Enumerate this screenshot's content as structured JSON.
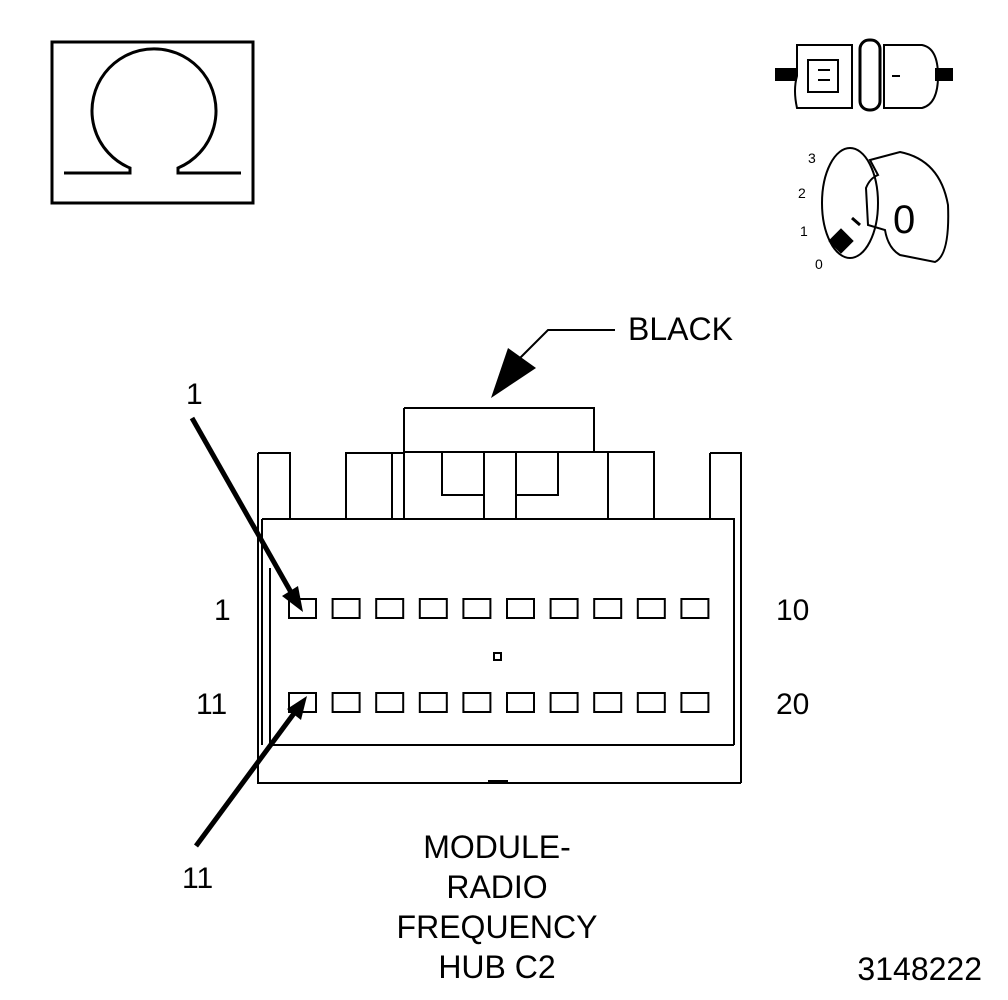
{
  "ohm_symbol": {
    "icon": "ohm-icon"
  },
  "connector_icon": {
    "icon": "connector-icon"
  },
  "ignition_switch": {
    "icon": "ignition-key-icon",
    "positions": [
      "3",
      "2",
      "1",
      "0"
    ],
    "key_label": "0"
  },
  "connector": {
    "color_label": "BLACK",
    "pin_row_top": [
      "1",
      "10"
    ],
    "pin_row_bottom": [
      "11",
      "20"
    ],
    "pins_per_row": 10,
    "callout_pin_top": "1",
    "callout_pin_bottom": "11"
  },
  "caption": {
    "lines": [
      "MODULE-",
      "RADIO",
      "FREQUENCY",
      "HUB C2"
    ]
  },
  "figure_id": "3148222"
}
